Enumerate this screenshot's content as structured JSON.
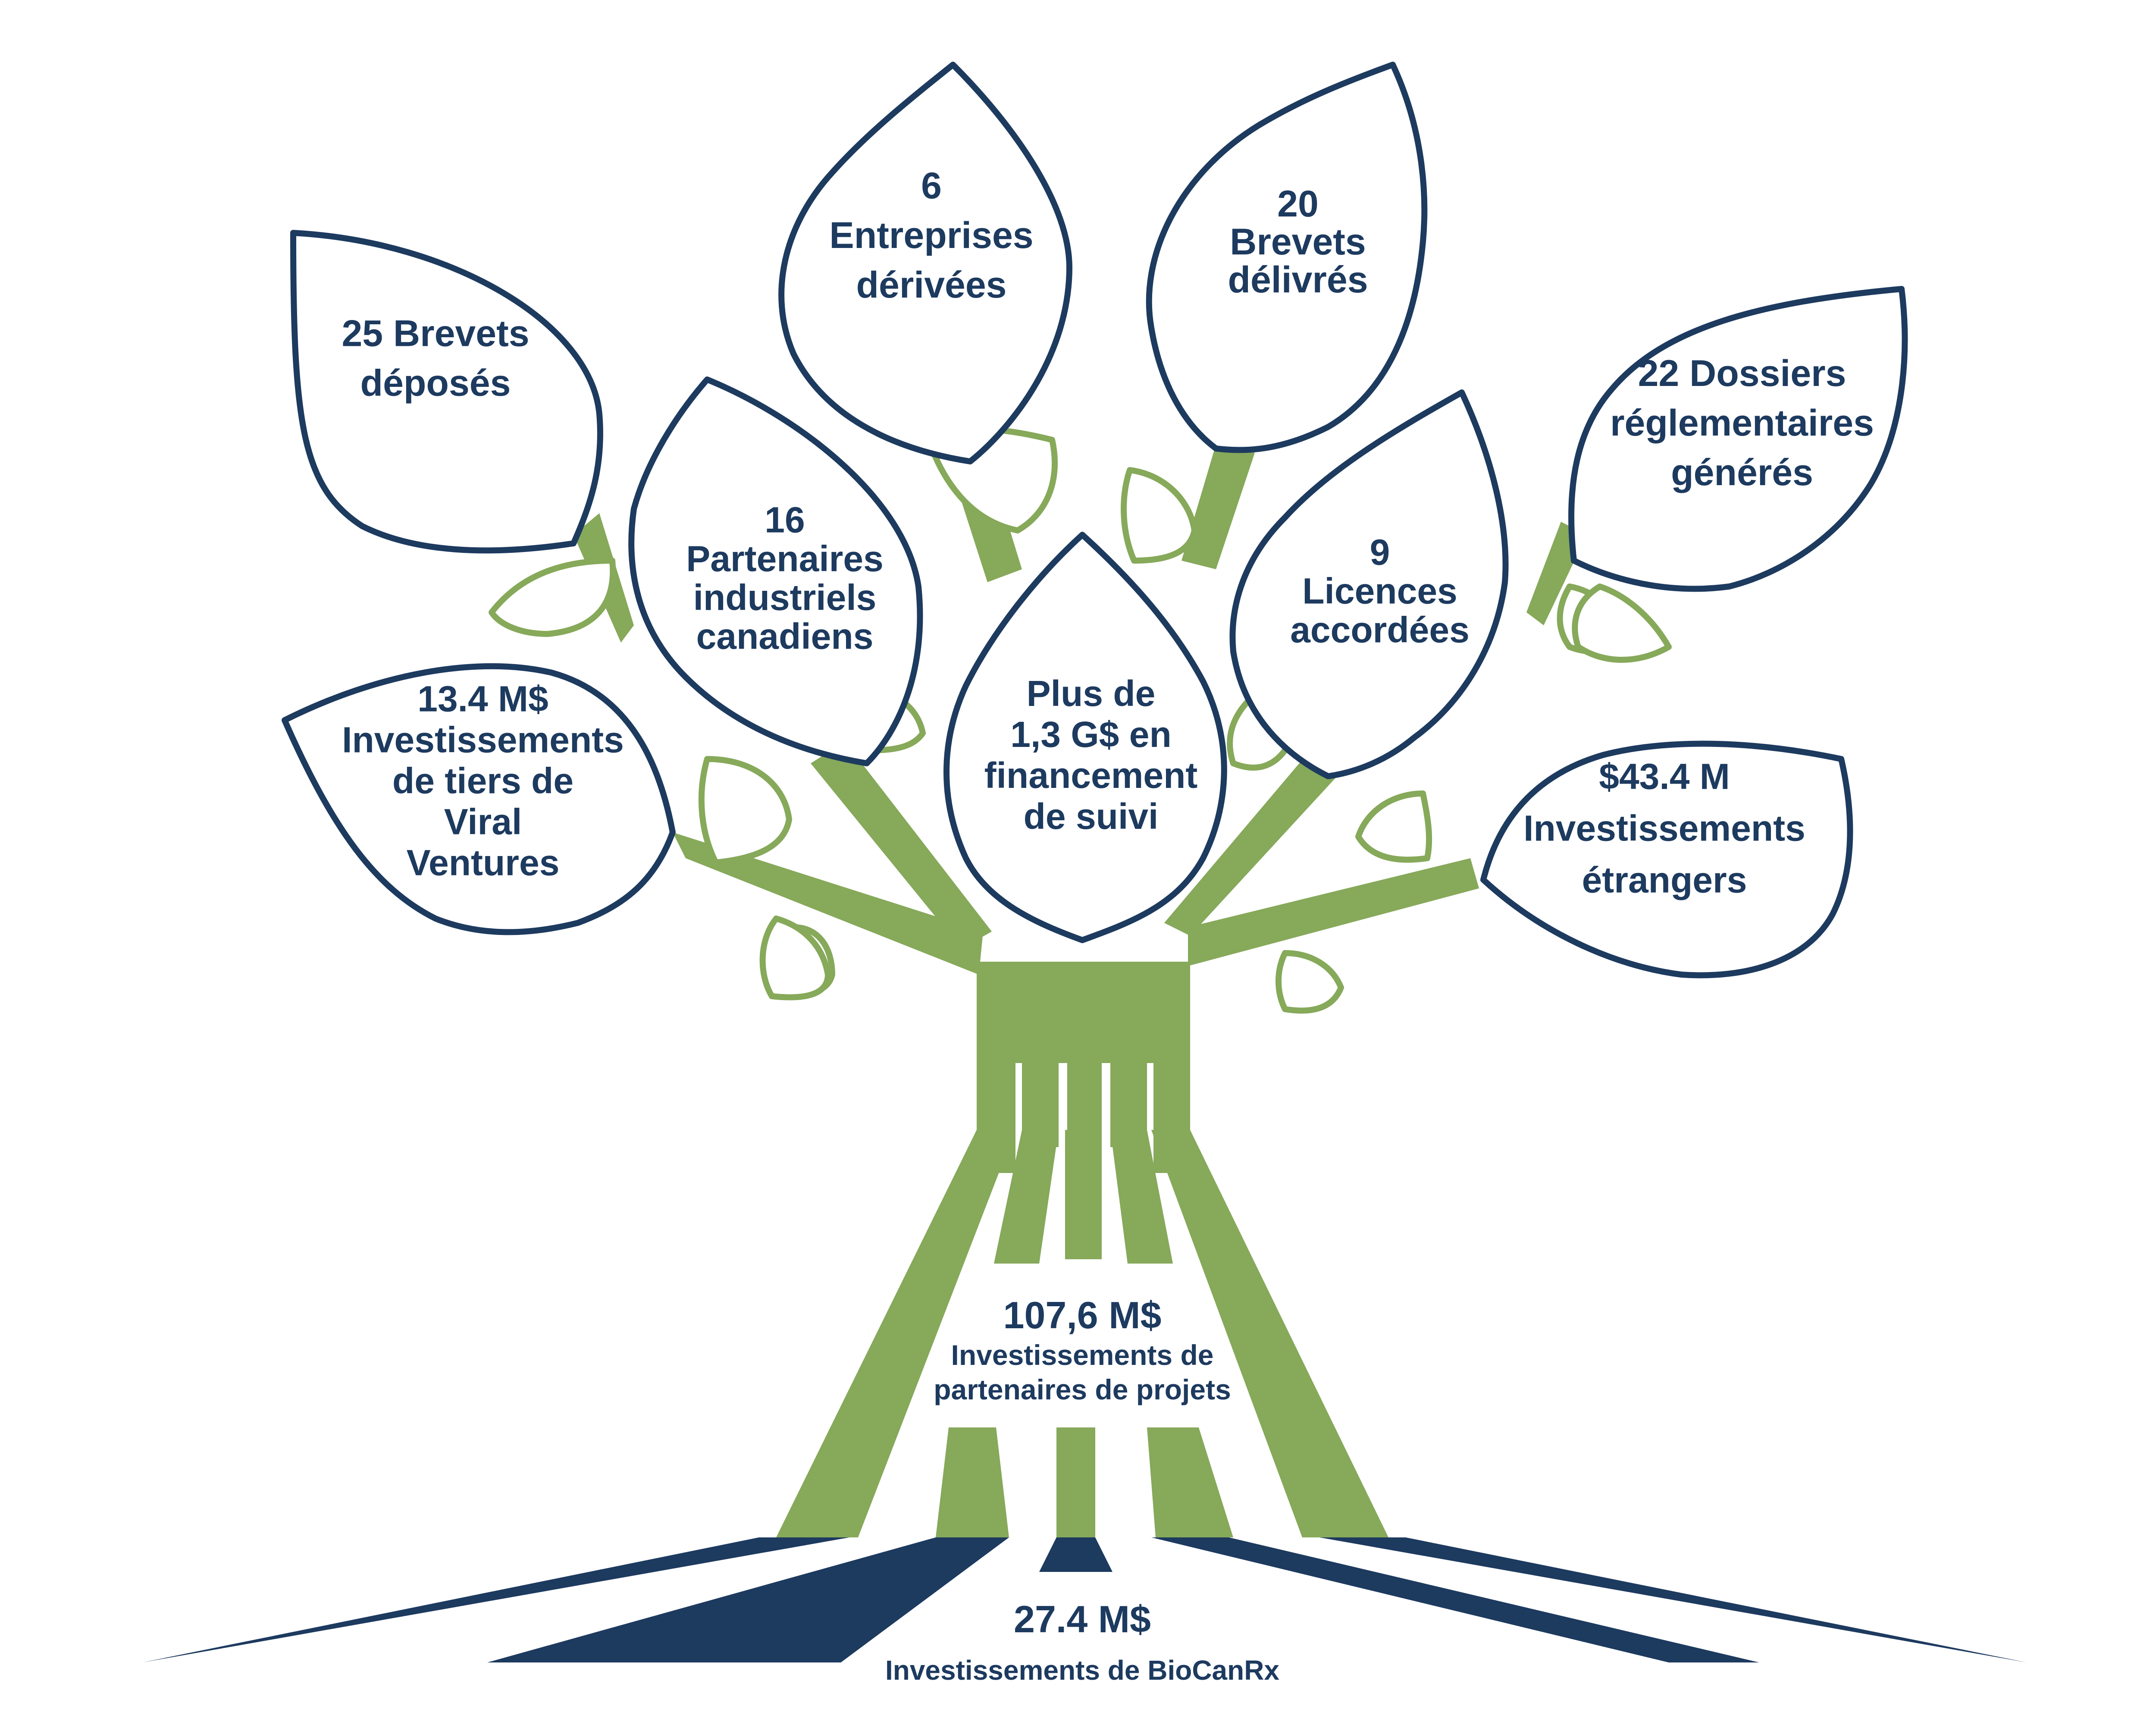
{
  "colors": {
    "navy": "#1d3a5f",
    "green": "#86a95a",
    "leaf_fill": "#ffffff"
  },
  "leaves": [
    {
      "id": "brevets-deposes",
      "lines": [
        "25 Brevets",
        "déposés"
      ]
    },
    {
      "id": "entreprises-derivees",
      "lines": [
        "6",
        "Entreprises",
        "dérivées"
      ]
    },
    {
      "id": "brevets-delivres",
      "lines": [
        "20",
        "Brevets",
        "délivrés"
      ]
    },
    {
      "id": "dossiers-reglementaires",
      "lines": [
        "22 Dossiers",
        "réglementaires",
        "générés"
      ]
    },
    {
      "id": "partenaires-industriels",
      "lines": [
        "16",
        "Partenaires",
        "industriels",
        "canadiens"
      ]
    },
    {
      "id": "licences-accordees",
      "lines": [
        "9",
        "Licences",
        "accordées"
      ]
    },
    {
      "id": "viral-ventures",
      "lines": [
        "13.4 M$",
        "Investissements",
        "de tiers de",
        "Viral",
        "Ventures"
      ]
    },
    {
      "id": "financement-suivi",
      "lines": [
        "Plus de",
        "1,3 G$ en",
        "financement",
        "de suivi"
      ]
    },
    {
      "id": "investissements-etrangers",
      "lines": [
        "$43.4 M",
        "Investissements",
        "étrangers"
      ]
    }
  ],
  "trunk": {
    "amount": "107,6 M$",
    "label_line1": "Investissements de",
    "label_line2": "partenaires de projets"
  },
  "roots": {
    "amount": "27.4 M$",
    "label": "Investissements de BioCanRx"
  }
}
